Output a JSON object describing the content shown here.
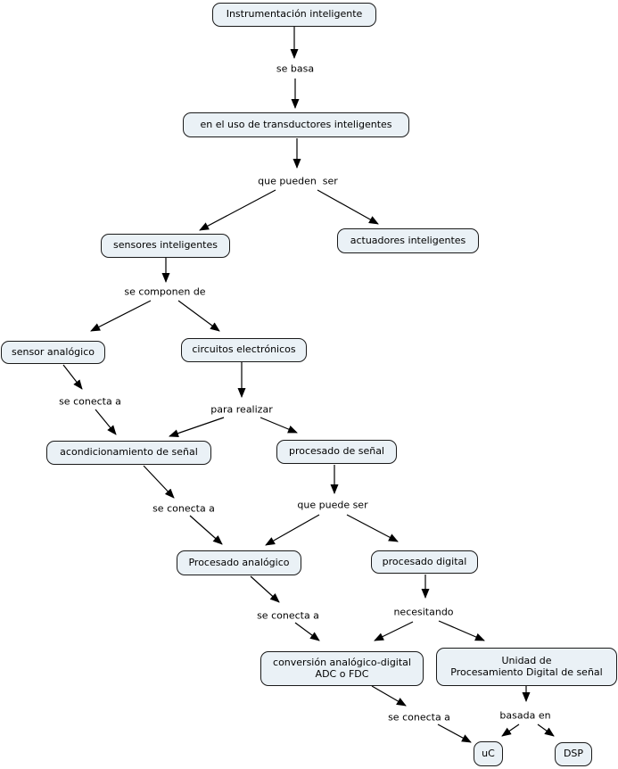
{
  "nodes": {
    "instrumentacion": {
      "label": "Instrumentación inteligente"
    },
    "transductores": {
      "label": "en el uso de transductores inteligentes"
    },
    "sensores": {
      "label": "sensores inteligentes"
    },
    "actuadores": {
      "label": "actuadores inteligentes"
    },
    "sensor_analogico": {
      "label": "sensor analógico"
    },
    "circuitos": {
      "label": "circuitos electrónicos"
    },
    "acondicionamiento": {
      "label": "acondicionamiento de señal"
    },
    "procesado_senal": {
      "label": "procesado de señal"
    },
    "procesado_analogico": {
      "label": "Procesado analógico"
    },
    "procesado_digital": {
      "label": "procesado digital"
    },
    "conversion": {
      "line1": "conversión analógico-digital",
      "line2": "ADC o FDC"
    },
    "unidad": {
      "line1": "Unidad de",
      "line2": "Procesamiento Digital de señal"
    },
    "uc": {
      "label": "uC"
    },
    "dsp": {
      "label": "DSP"
    }
  },
  "links": {
    "se_basa": "se basa",
    "que_pueden_ser": "que pueden  ser",
    "se_componen_de": "se componen de",
    "se_conecta_a_1": "se conecta a",
    "para_realizar": "para realizar",
    "se_conecta_a_2": "se conecta a",
    "que_puede_ser": "que puede ser",
    "se_conecta_a_3": "se conecta a",
    "necesitando": "necesitando",
    "se_conecta_a_4": "se conecta a",
    "basada_en": "basada en"
  },
  "colors": {
    "node_fill": "#eaf1f6",
    "node_border": "#1a1a1a",
    "line": "#000000",
    "background": "#ffffff"
  }
}
